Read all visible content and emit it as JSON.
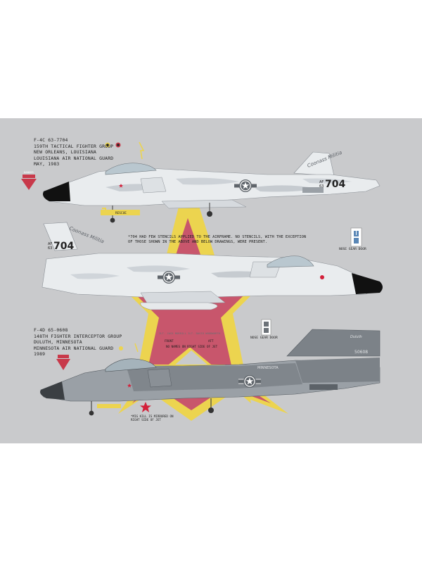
{
  "aircraft_1": {
    "caption": [
      "F-4C 63-7704",
      "159TH TACTICAL FIGHTER GROUP",
      "NEW ORLEANS, LOUISIANA",
      "LOUISIANA AIR NATIONAL GUARD",
      "MAY, 1983"
    ],
    "tail_prefix_top": "AF",
    "tail_prefix_bottom": "63",
    "tail_number": "704",
    "nose_art": "Coonass Militia",
    "rescue_label": "RESCUE",
    "danger_label": "DANGER"
  },
  "aircraft_1_right": {
    "tail_prefix_top": "AF",
    "tail_prefix_bottom": "63",
    "tail_number": "704",
    "nose_art": "Coonass Militia",
    "stencil_note": [
      "*704 HAD FEW STENCILS APPLIED TO THE AIRFRAME.  NO STENCILS, WITH THE EXCEPTION",
      "OF THOSE SHOWN IN THE ABOVE AND BELOW DRAWINGS, WERE PRESENT."
    ]
  },
  "nose_gear_door_label": "NOSE GEAR DOOR",
  "aircraft_2": {
    "caption": [
      "F-4D 65-0608",
      "148TH FIGHTER INTERCEPTOR GROUP",
      "DULUTH, MINNESOTA",
      "MINNESOTA AIR NATIONAL GUARD",
      "1989"
    ],
    "tail_serial": "50608",
    "tail_script": "Duluth",
    "fuselage_label": "MINNESOTA",
    "canopy_names": "ILT. JACK MORRILL  ILT. DAVID WOODWORTH",
    "front_label": "FRONT",
    "aft_label": "AFT",
    "no_names_note": "NO NAMES ON RIGHT SIDE OF JET",
    "mig_note": [
      "*MIG KILL IS MIRRORED ON",
      "RIGHT SIDE OF JET"
    ],
    "nose_gear_door_label": "NOSE GEAR DOOR"
  },
  "colors": {
    "background": "#c9cacc",
    "star_red": "#c8566c",
    "star_yellow": "#ecd44f",
    "ghost_grey": "#e9ecee",
    "dark_grey": "#7c8288",
    "mid_grey": "#9aa0a6",
    "insignia_red": "#d3203a",
    "radome_black": "#111111"
  }
}
